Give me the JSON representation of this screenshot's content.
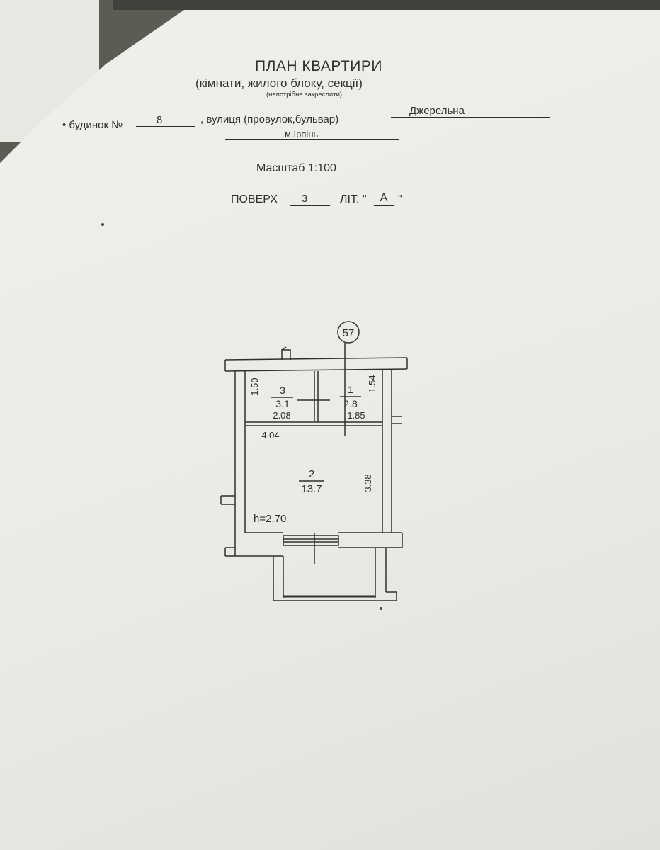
{
  "document": {
    "title": "ПЛАН КВАРТИРИ",
    "subtitle": "(кімнати, жилого блоку, секції)",
    "subtitle_note": "(непотрібне закреслити)"
  },
  "address": {
    "house_label": "• будинок №",
    "house_number": "8",
    "street_label": ", вулиця (провулок,бульвар)",
    "street_name": "Джерельна",
    "city": "м.Ірпінь"
  },
  "scale": "Масштаб 1:100",
  "floor": {
    "label": "ПОВЕРХ",
    "number": "3",
    "lit_label": "ЛІТ. \"",
    "lit_value": "А",
    "lit_close": "\""
  },
  "plan": {
    "axis_marker": "57",
    "rooms": [
      {
        "number": "3",
        "area": "3.1"
      },
      {
        "number": "1",
        "area": "2.8"
      },
      {
        "number": "2",
        "area": "13.7"
      }
    ],
    "dimensions": {
      "room3_width": "2.08",
      "room3_height": "1.50",
      "room1_width": "1.85",
      "room1_height": "1.54",
      "room2_width": "4.04",
      "room2_height": "3.38"
    },
    "ceiling_height": "h=2.70"
  }
}
